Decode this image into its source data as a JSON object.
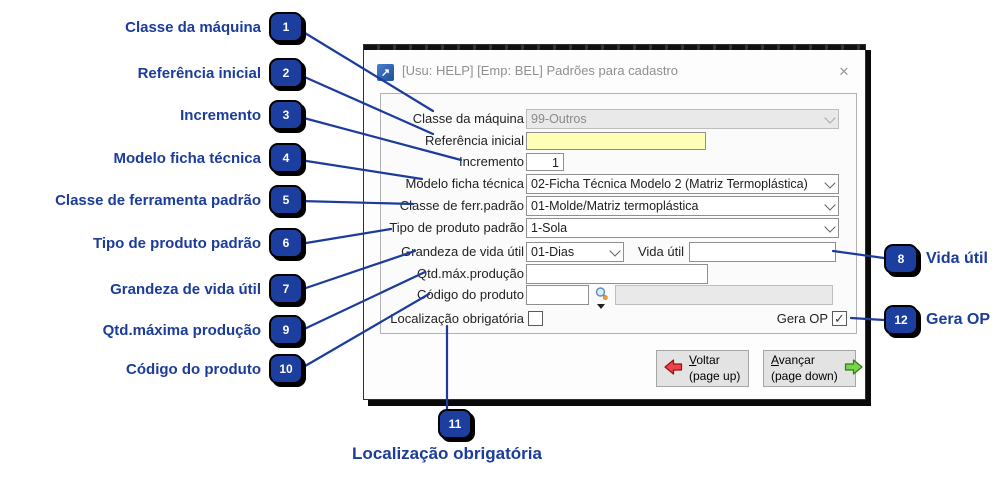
{
  "window": {
    "title": "[Usu: HELP] [Emp: BEL] Padrões para cadastro"
  },
  "icons": {
    "close": "✕",
    "launch": "↗",
    "check": "✓"
  },
  "form": {
    "classe_maquina": {
      "label": "Classe da máquina",
      "value": "99-Outros"
    },
    "referencia_inicial": {
      "label": "Referência inicial",
      "value": ""
    },
    "incremento": {
      "label": "Incremento",
      "value": "1"
    },
    "modelo_ficha": {
      "label": "Modelo ficha técnica",
      "value": "02-Ficha Técnica Modelo 2 (Matriz Termoplástica)"
    },
    "classe_ferr": {
      "label": "Classe de ferr.padrão",
      "value": "01-Molde/Matriz termoplástica"
    },
    "tipo_produto": {
      "label": "Tipo de produto padrão",
      "value": "1-Sola"
    },
    "grandeza_vida_util": {
      "label": "Grandeza de vida útil",
      "value": "01-Dias"
    },
    "vida_util": {
      "label": "Vida útil",
      "value": ""
    },
    "qtd_max_producao": {
      "label": "Qtd.máx.produção",
      "value": ""
    },
    "codigo_produto": {
      "label": "Código do produto",
      "value": "",
      "descricao": ""
    },
    "localizacao_obrigatoria": {
      "label": "Localização obrigatória",
      "checked": false
    },
    "gera_op": {
      "label": "Gera OP",
      "checked": true
    }
  },
  "buttons": {
    "voltar": {
      "label": "Voltar",
      "shortcut": "(page up)"
    },
    "avancar": {
      "label": "Avançar",
      "shortcut": "(page down)"
    }
  },
  "callouts": {
    "left": [
      {
        "n": "1",
        "label": "Classe da máquina"
      },
      {
        "n": "2",
        "label": "Referência inicial"
      },
      {
        "n": "3",
        "label": "Incremento"
      },
      {
        "n": "4",
        "label": "Modelo ficha técnica"
      },
      {
        "n": "5",
        "label": "Classe de ferramenta padrão"
      },
      {
        "n": "6",
        "label": "Tipo de produto padrão"
      },
      {
        "n": "7",
        "label": "Grandeza de vida útil"
      },
      {
        "n": "9",
        "label": "Qtd.máxima produção"
      },
      {
        "n": "10",
        "label": "Código do produto"
      }
    ],
    "right": [
      {
        "n": "8",
        "label": "Vida útil"
      },
      {
        "n": "12",
        "label": "Gera OP"
      }
    ],
    "bottom": [
      {
        "n": "11",
        "label": "Localização obrigatória"
      }
    ]
  },
  "colors": {
    "annotation_navy": "#1b3c9b",
    "field_yellow": "#ffffb8",
    "disabled_gray": "#e9e9e9",
    "back_arrow_red": "#ee4348",
    "forward_arrow_green": "#7bd24b"
  }
}
